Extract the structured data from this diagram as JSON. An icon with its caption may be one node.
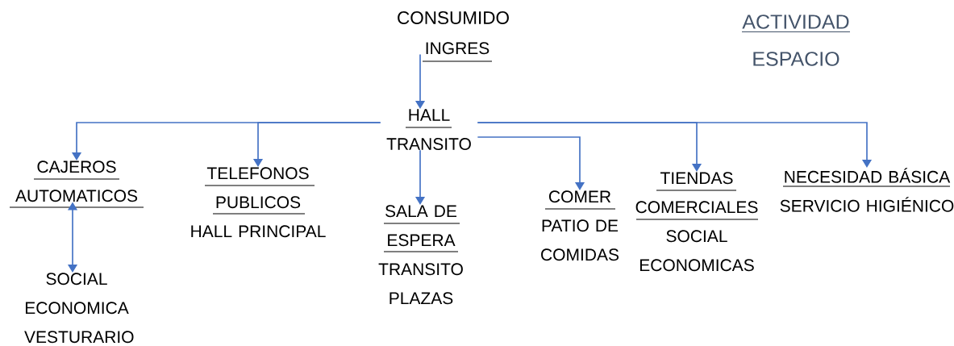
{
  "diagram": {
    "title": "CONSUMIDO",
    "nodes": [
      {
        "text": [
          "INGRES"
        ]
      },
      {
        "text": [
          "HALL",
          "TRANSITO"
        ]
      },
      {
        "text": [
          "CAJEROS AUTOMATICOS"
        ]
      },
      {
        "text": [
          "SOCIAL ECONOMICA VESTURARIO"
        ]
      },
      {
        "text": [
          "TELEFONOS PUBLICOS",
          "HALL PRINCIPAL"
        ]
      },
      {
        "text": [
          "SALA DE ESPERA",
          "TRANSITO PLAZAS"
        ]
      },
      {
        "text": [
          "COMER",
          "PATIO DE COMIDAS"
        ]
      },
      {
        "text": [
          "TIENDAS COMERCIALES",
          "SOCIAL ECONOMICAS"
        ]
      },
      {
        "text": [
          "NECESIDAD BÁSICA",
          "SERVICIO HIGIÉNICO"
        ]
      }
    ],
    "edges": [
      {
        "from": 0,
        "to": 1,
        "arrow": "to"
      },
      {
        "from": 1,
        "to": 2,
        "arrow": "to"
      },
      {
        "from": 1,
        "to": 4,
        "arrow": "to"
      },
      {
        "from": 1,
        "to": 5,
        "arrow": "to"
      },
      {
        "from": 1,
        "to": 6,
        "arrow": "to"
      },
      {
        "from": 1,
        "to": 7,
        "arrow": "to"
      },
      {
        "from": 1,
        "to": 8,
        "arrow": "to"
      },
      {
        "from": 2,
        "to": 3,
        "arrow": "both"
      }
    ],
    "labels": [
      "ACTIVIDAD",
      "ESPACIO"
    ]
  }
}
